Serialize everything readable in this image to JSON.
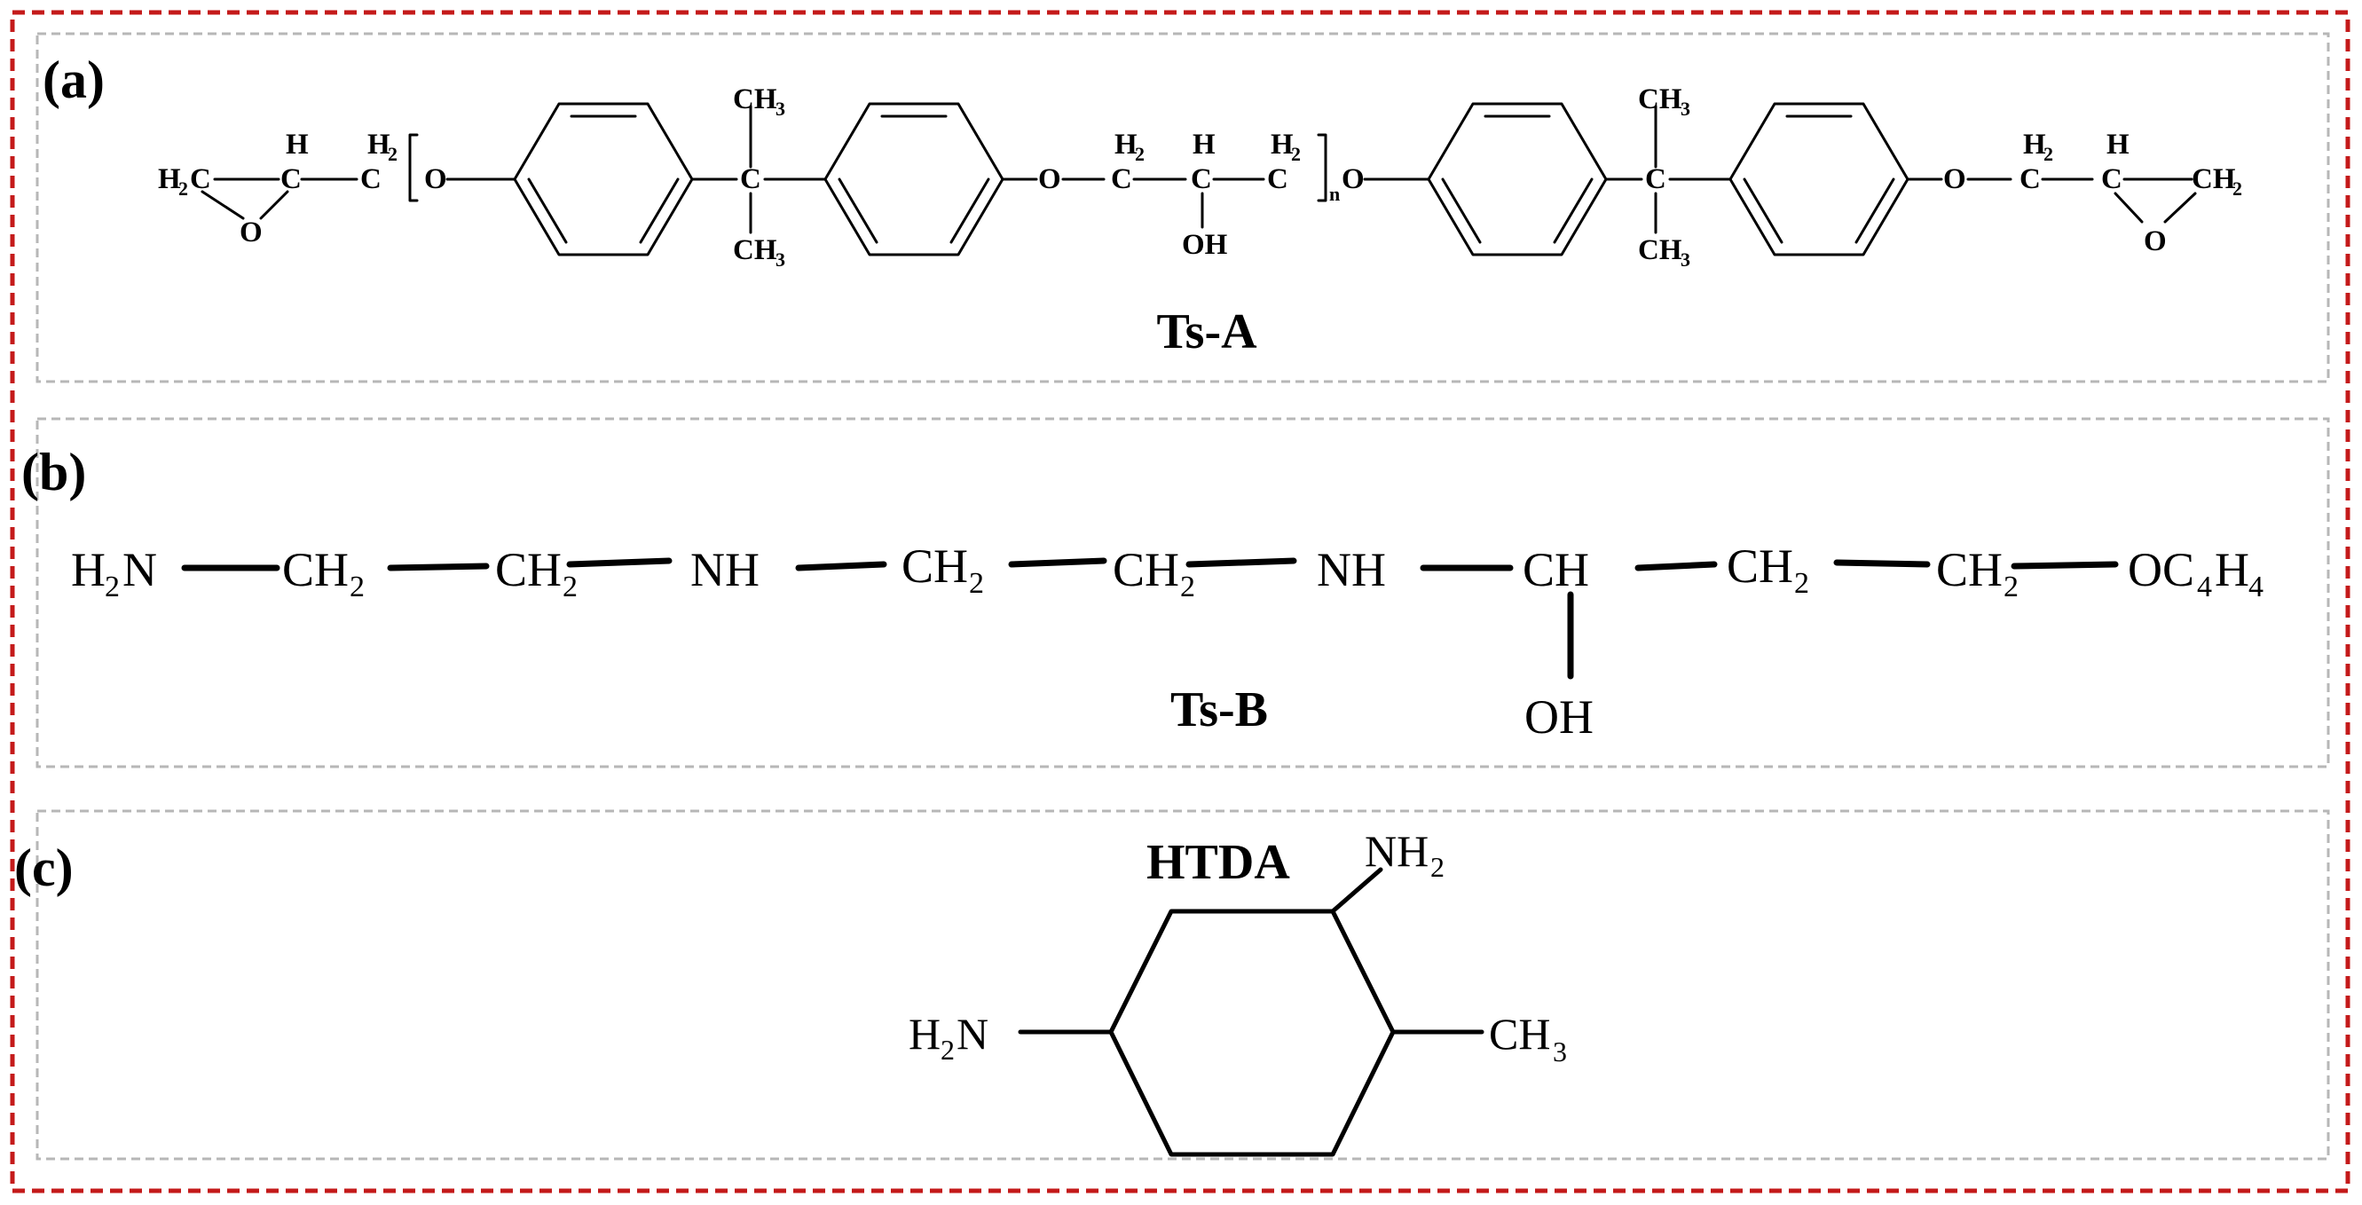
{
  "panels": {
    "a": {
      "label": "(a)",
      "name": "Ts-A"
    },
    "b": {
      "label": "(b)",
      "name": "Ts-B"
    },
    "c": {
      "label": "(c)",
      "name": "HTDA"
    }
  },
  "atoms": {
    "a": {
      "H2C_left": "H",
      "H2C_left_sub": "2",
      "H2C_left_C": "C",
      "CH_H": "H",
      "CH_C": "C",
      "epoxO": "O",
      "CH2_H": "H",
      "CH2_sub": "2",
      "CH2_C": "C",
      "O_left": "O",
      "q1_C": "C",
      "q1_top": "CH",
      "q1_top_sub": "3",
      "q1_bot": "CH",
      "q1_bot_sub": "3",
      "O_mid": "O",
      "m1_H": "H",
      "m1_sub": "2",
      "m1_C": "C",
      "m2_H": "H",
      "m2_C": "C",
      "OH": "OH",
      "m3_H": "H",
      "m3_sub": "2",
      "m3_C": "C",
      "n": "n",
      "O_right1": "O",
      "q2_C": "C",
      "q2_top": "CH",
      "q2_top_sub": "3",
      "q2_bot": "CH",
      "q2_bot_sub": "3",
      "O_right2": "O",
      "r1_H": "H",
      "r1_sub": "2",
      "r1_C": "C",
      "r2_H": "H",
      "r2_C": "C",
      "r3_C": "CH",
      "r3_sub": "2",
      "epoxO2": "O"
    },
    "b": {
      "H2N_H": "H",
      "H2N_sub": "2",
      "H2N_N": "N",
      "c1": "CH",
      "c1_sub": "2",
      "c2": "CH",
      "c2_sub": "2",
      "nh1": "NH",
      "c3": "CH",
      "c3_sub": "2",
      "c4": "CH",
      "c4_sub": "2",
      "nh2": "NH",
      "ch": "CH",
      "c5": "CH",
      "c5_sub": "2",
      "c6": "CH",
      "c6_sub": "2",
      "oc": "OC",
      "oc_sub1": "4",
      "oc_H": "H",
      "oc_sub2": "4",
      "oh": "OH"
    },
    "c": {
      "nh2_top": "NH",
      "nh2_top_sub": "2",
      "h2n_left_H": "H",
      "h2n_left_sub": "2",
      "h2n_left_N": "N",
      "ch3": "CH",
      "ch3_sub": "3"
    }
  },
  "colors": {
    "outer_frame": "#c41a1a",
    "inner_frame": "#b7b7b7",
    "ink": "#000000"
  }
}
